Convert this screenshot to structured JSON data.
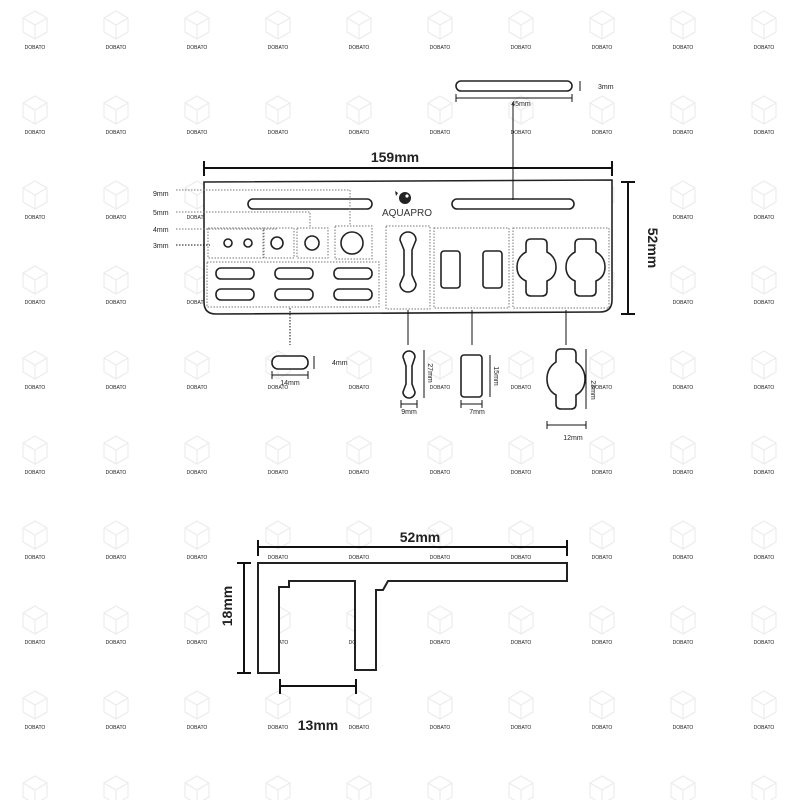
{
  "brand": {
    "name": "AQUAPRO"
  },
  "watermark": {
    "text": "DOBATO"
  },
  "top_view": {
    "width_label": "159mm",
    "height_label": "52mm",
    "slot_long_label": "45mm",
    "slot_thick_label": "3mm",
    "hole_labels": [
      "9mm",
      "5mm",
      "4mm",
      "3mm"
    ],
    "small_slot": {
      "width_label": "14mm",
      "height_label": "4mm"
    },
    "dogbone": {
      "width_label": "9mm",
      "height_label": "27mm"
    },
    "rect_slot": {
      "width_label": "7mm",
      "height_label": "15mm"
    },
    "clip_slot": {
      "width_label": "12mm",
      "height_label": "23mm"
    }
  },
  "side_view": {
    "width_label": "52mm",
    "height_label": "18mm",
    "gap_label": "13mm"
  },
  "colors": {
    "line": "#222222",
    "dotted": "#777777",
    "watermark": "#ececec"
  }
}
